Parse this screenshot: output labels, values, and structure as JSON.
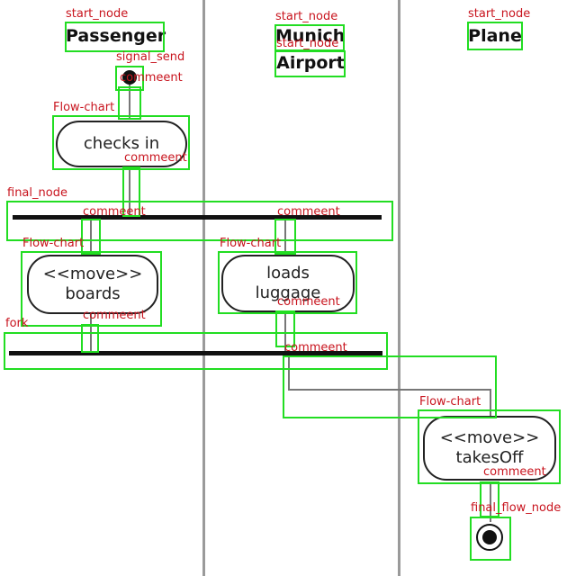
{
  "lanes": {
    "passenger": "Passenger",
    "munich_line1": "Munich",
    "munich_line2": "Airport",
    "plane": "Plane"
  },
  "activities": {
    "checks_in": "checks in",
    "boards_stereotype": "<<move>>",
    "boards": "boards",
    "loads_line1": "loads",
    "loads_line2": "luggage",
    "takes_off_stereotype": "<<move>>",
    "takes_off": "takesOff"
  },
  "tags": {
    "start_node_1": "start_node",
    "start_node_2": "start_node",
    "start_node_3": "start_node",
    "start_node_4": "start_node",
    "signal_send": "signal_send",
    "comment_1": "commeent",
    "flow_chart_1": "Flow-chart",
    "comment_2": "commeent",
    "final_node": "final_node",
    "comment_3": "commeent",
    "comment_4": "commeent",
    "flow_chart_2": "Flow-chart",
    "flow_chart_3": "Flow-chart",
    "comment_5": "commeent",
    "comment_6": "commeent",
    "fork": "fork",
    "comment_7": "commeent",
    "flow_chart_4": "Flow-chart",
    "comment_8": "commeent",
    "final_flow_node": "final_flow_node"
  },
  "colors": {
    "box_outline": "#22dd22",
    "tag_text": "#c8141e",
    "lane_divider": "#9a9a9a",
    "ink": "#111111"
  }
}
